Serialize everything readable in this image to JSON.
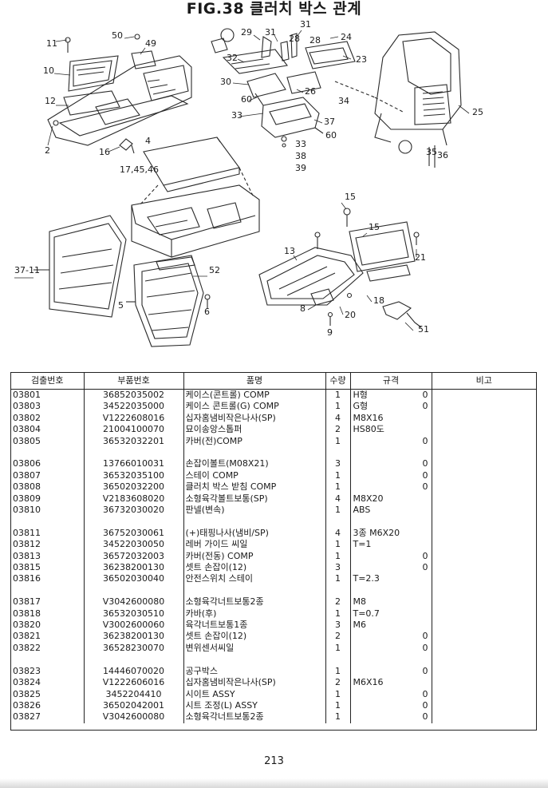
{
  "page": {
    "title": "FIG.38 클러치 박스 관계",
    "page_number": "213"
  },
  "diagram": {
    "callouts": [
      "11",
      "50",
      "49",
      "10",
      "12",
      "2",
      "16",
      "4",
      "17,45,46",
      "29",
      "31",
      "31",
      "28",
      "28",
      "24",
      "32",
      "23",
      "30",
      "26",
      "34",
      "60",
      "33",
      "37",
      "60",
      "33",
      "38",
      "39",
      "25",
      "35",
      "36",
      "15",
      "15",
      "13",
      "21",
      "18",
      "37-11",
      "52",
      "6",
      "5",
      "8",
      "20",
      "9",
      "51"
    ]
  },
  "table": {
    "headers": [
      "검출번호",
      "부품번호",
      "품명",
      "수량",
      "규격",
      "비고"
    ],
    "rows": [
      {
        "no": "03801",
        "part": "36852035002",
        "name": "케이스(콘트롤) COMP",
        "qty": "1",
        "spec": "H형",
        "flag": "0"
      },
      {
        "no": "03803",
        "part": "34522035000",
        "name": "케이스 콘트롤(G) COMP",
        "qty": "1",
        "spec": "G형",
        "flag": "0"
      },
      {
        "no": "03802",
        "part": "V1222608016",
        "name": "십자홈냄비작은나사(SP)",
        "qty": "4",
        "spec": "M8X16",
        "flag": ""
      },
      {
        "no": "03804",
        "part": "21004100070",
        "name": "묘이송앙스톱퍼",
        "qty": "2",
        "spec": "HS80도",
        "flag": ""
      },
      {
        "no": "03805",
        "part": "36532032201",
        "name": "카버(전)COMP",
        "qty": "1",
        "spec": "",
        "flag": "0"
      },
      {
        "no": "",
        "part": "",
        "name": "",
        "qty": "",
        "spec": "",
        "flag": ""
      },
      {
        "no": "03806",
        "part": "13766010031",
        "name": "손잡이볼트(M08X21)",
        "qty": "3",
        "spec": "",
        "flag": "0"
      },
      {
        "no": "03807",
        "part": "36532035100",
        "name": "스테이 COMP",
        "qty": "1",
        "spec": "",
        "flag": "0"
      },
      {
        "no": "03808",
        "part": "36502032200",
        "name": "클러치 박스 받침 COMP",
        "qty": "1",
        "spec": "",
        "flag": "0"
      },
      {
        "no": "03809",
        "part": "V2183608020",
        "name": "소형육각볼트보통(SP)",
        "qty": "4",
        "spec": "M8X20",
        "flag": ""
      },
      {
        "no": "03810",
        "part": "36732030020",
        "name": "판넬(변속)",
        "qty": "1",
        "spec": "ABS",
        "flag": ""
      },
      {
        "no": "",
        "part": "",
        "name": "",
        "qty": "",
        "spec": "",
        "flag": ""
      },
      {
        "no": "03811",
        "part": "36752030061",
        "name": "(+)태핑나사(냄비/SP)",
        "qty": "4",
        "spec": "3종 M6X20",
        "flag": ""
      },
      {
        "no": "03812",
        "part": "34522030050",
        "name": "레버 가이드 씨일",
        "qty": "1",
        "spec": "T=1",
        "flag": ""
      },
      {
        "no": "03813",
        "part": "36572032003",
        "name": "카버(전동) COMP",
        "qty": "1",
        "spec": "",
        "flag": "0"
      },
      {
        "no": "03815",
        "part": "36238200130",
        "name": "셋트 손잡이(12)",
        "qty": "3",
        "spec": "",
        "flag": "0"
      },
      {
        "no": "03816",
        "part": "36502030040",
        "name": "안전스위치 스테이",
        "qty": "1",
        "spec": "T=2.3",
        "flag": ""
      },
      {
        "no": "",
        "part": "",
        "name": "",
        "qty": "",
        "spec": "",
        "flag": ""
      },
      {
        "no": "03817",
        "part": "V3042600080",
        "name": "소형육각너트보통2종",
        "qty": "2",
        "spec": "M8",
        "flag": ""
      },
      {
        "no": "03818",
        "part": "36532030510",
        "name": "카바(후)",
        "qty": "1",
        "spec": "T=0.7",
        "flag": ""
      },
      {
        "no": "03820",
        "part": "V3002600060",
        "name": "육각너트보통1종",
        "qty": "3",
        "spec": "M6",
        "flag": ""
      },
      {
        "no": "03821",
        "part": "36238200130",
        "name": "셋트 손잡이(12)",
        "qty": "2",
        "spec": "",
        "flag": "0"
      },
      {
        "no": "03822",
        "part": "36528230070",
        "name": "변위센서씨일",
        "qty": "1",
        "spec": "",
        "flag": "0"
      },
      {
        "no": "",
        "part": "",
        "name": "",
        "qty": "",
        "spec": "",
        "flag": ""
      },
      {
        "no": "03823",
        "part": "14446070020",
        "name": "공구박스",
        "qty": "1",
        "spec": "",
        "flag": "0"
      },
      {
        "no": "03824",
        "part": "V1222606016",
        "name": "십자홈냄비작은나사(SP)",
        "qty": "2",
        "spec": "M6X16",
        "flag": ""
      },
      {
        "no": "03825",
        "part": "3452204410",
        "name": "시이트 ASSY",
        "qty": "1",
        "spec": "",
        "flag": "0"
      },
      {
        "no": "03826",
        "part": "36502042001",
        "name": "시트 조정(L) ASSY",
        "qty": "1",
        "spec": "",
        "flag": "0"
      },
      {
        "no": "03827",
        "part": "V3042600080",
        "name": "소형육각너트보통2종",
        "qty": "1",
        "spec": "",
        "flag": "0"
      }
    ]
  }
}
